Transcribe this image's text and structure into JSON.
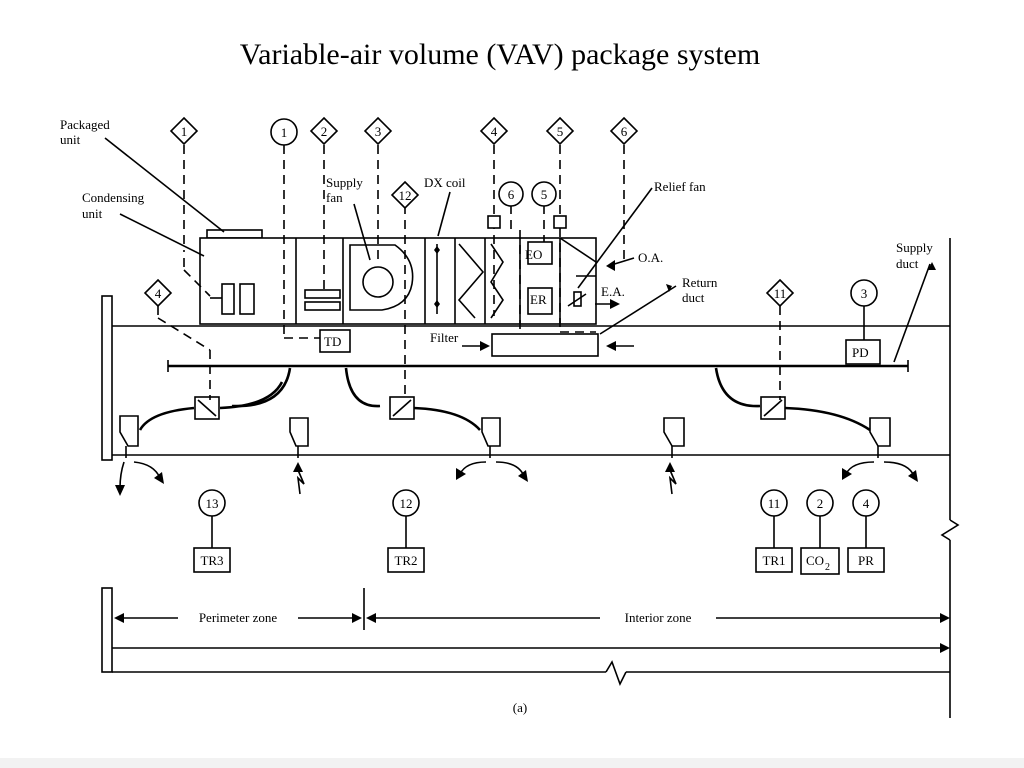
{
  "title": "Variable-air volume (VAV) package system",
  "figure_label": "(a)",
  "labels": {
    "packaged_unit": [
      "Packaged",
      "unit"
    ],
    "condensing_unit": [
      "Condensing",
      "unit"
    ],
    "supply_fan": [
      "Supply",
      "fan"
    ],
    "dx_coil": "DX coil",
    "relief_fan": "Relief fan",
    "oa": "O.A.",
    "ea": "E.A.",
    "return_duct": [
      "Return",
      "duct"
    ],
    "supply_duct": [
      "Supply",
      "duct"
    ],
    "filter": "Filter",
    "eo": "EO",
    "er": "ER",
    "td": "TD",
    "pd": "PD"
  },
  "sensors": {
    "tr3": "TR3",
    "tr2": "TR2",
    "tr1": "TR1",
    "co2_main": "CO",
    "co2_sub": "2",
    "pr": "PR"
  },
  "zones": {
    "perimeter": "Perimeter zone",
    "interior": "Interior zone"
  },
  "markers": {
    "diamond_1": "1",
    "circle_1": "1",
    "diamond_2": "2",
    "diamond_3": "3",
    "circle_12_top": "12",
    "diamond_4_top": "4",
    "circle_6": "6",
    "circle_5": "5",
    "diamond_5": "5",
    "diamond_6": "6",
    "diamond_4_left": "4",
    "diamond_11": "11",
    "circle_3": "3",
    "circle_13": "13",
    "circle_12": "12",
    "circle_11": "11",
    "circle_2": "2",
    "circle_4": "4"
  }
}
